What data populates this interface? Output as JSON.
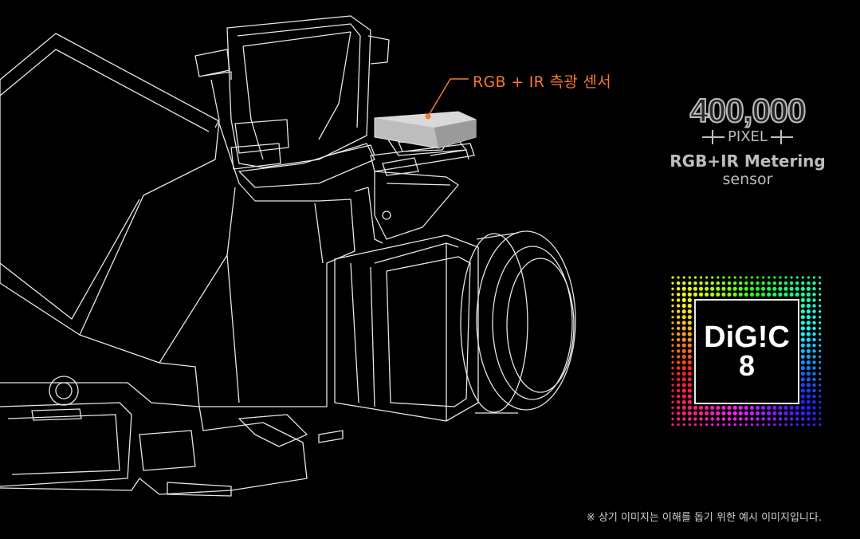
{
  "callout": {
    "label": "RGB + IR 측광 센서",
    "color": "#f47a2c"
  },
  "sensor_badge": {
    "pixel_count": "400,000",
    "pixel_unit": "PIXEL",
    "title": "RGB+IR Metering",
    "subtitle": "sensor"
  },
  "processor_logo": {
    "name": "DiG!C",
    "version": "8"
  },
  "footnote": "※ 상기 이미지는 이해를 돕기 위한 예시 이미지입니다.",
  "colors": {
    "background": "#000000",
    "line_art": "#e6e6e6",
    "accent": "#f47a2c",
    "badge_text": "#bdbdbd"
  }
}
